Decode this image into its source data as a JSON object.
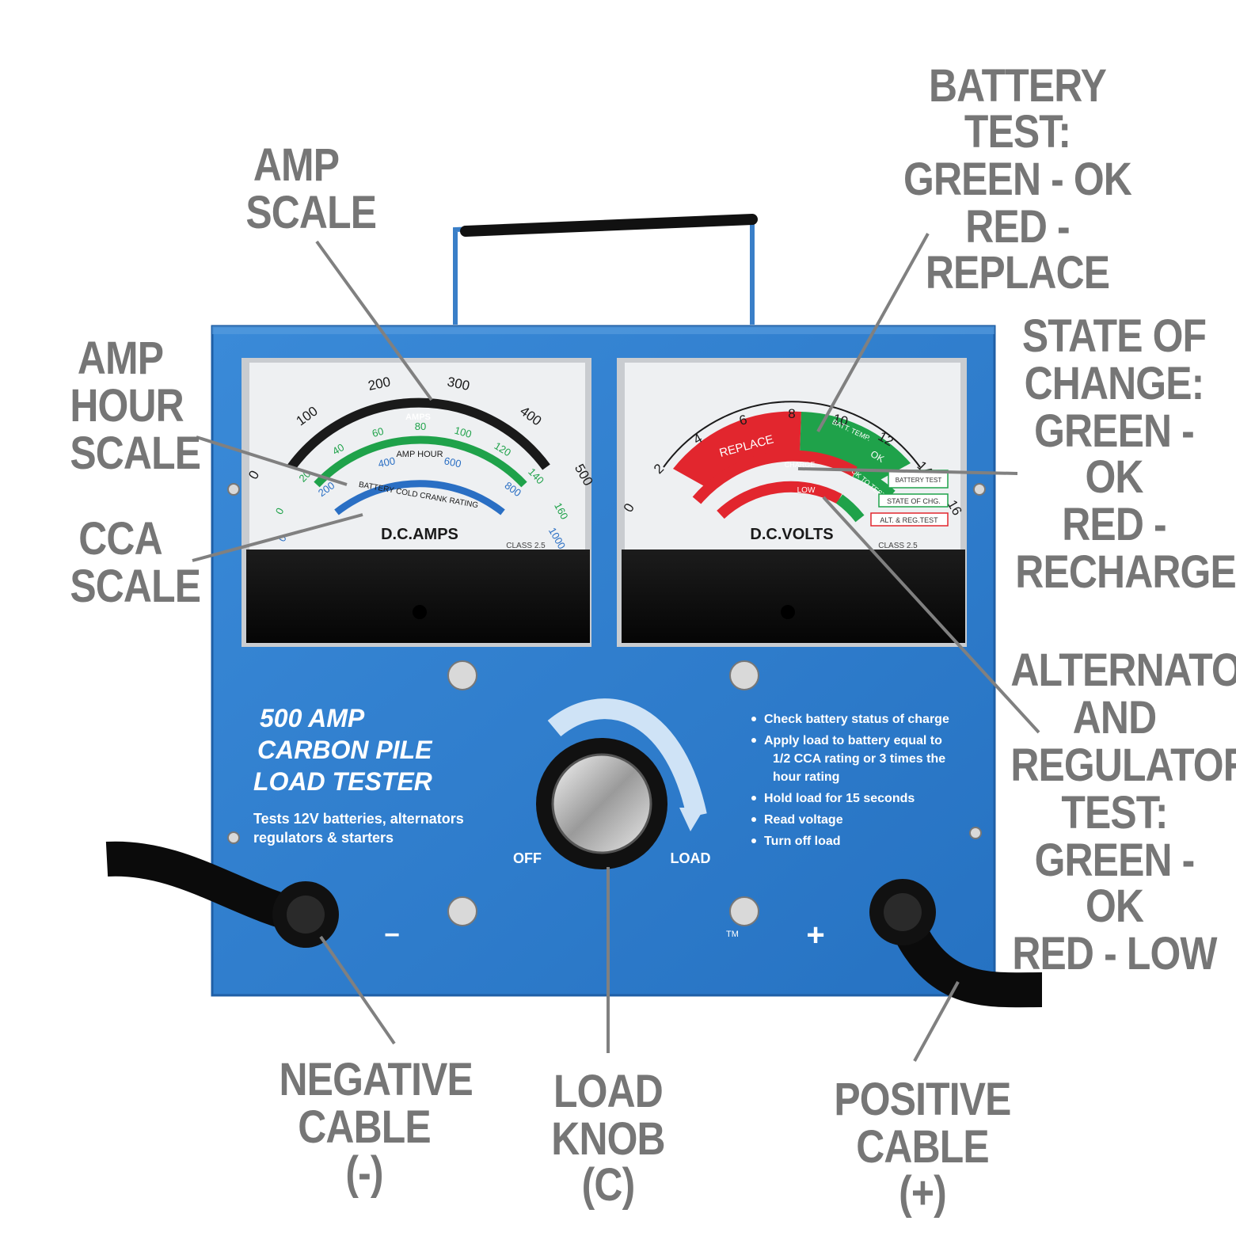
{
  "product": {
    "title_lines": [
      "500 AMP",
      "CARBON PILE",
      "LOAD TESTER"
    ],
    "subtitle_lines": [
      "Tests 12V batteries, alternators",
      "regulators & starters"
    ],
    "instructions": [
      "Check battery status of charge",
      "Apply load to battery equal to",
      "1/2 CCA rating or 3 times the",
      "hour rating",
      "Hold load for 15 seconds",
      "Read voltage",
      "Turn off load"
    ],
    "knob_off": "OFF",
    "knob_load": "LOAD",
    "minus": "−",
    "plus": "+",
    "tm": "TM"
  },
  "amp_meter": {
    "name": "D.C.AMPS",
    "class_label": "CLASS 2.5",
    "amps_label": "AMPS",
    "amp_hour_label": "AMP HOUR",
    "cca_label": "BATTERY COLD CRANK RATING",
    "amp_ticks": [
      "0",
      "100",
      "200",
      "300",
      "400",
      "500"
    ],
    "amp_hour_ticks": [
      "0",
      "20",
      "40",
      "60",
      "80",
      "100",
      "120",
      "140",
      "160"
    ],
    "cca_ticks": [
      "0",
      "200",
      "400",
      "600",
      "800",
      "1000"
    ]
  },
  "volt_meter": {
    "name": "D.C.VOLTS",
    "class_label": "CLASS 2.5",
    "volt_ticks": [
      "0",
      "2",
      "4",
      "6",
      "8",
      "10",
      "12",
      "14",
      "16"
    ],
    "replace_label": "REPLACE",
    "batt_temp_label": "BATT. TEMP.",
    "ok_label": "OK",
    "charge_label": "CHARGE",
    "ok_test_label": "OK TO TEST",
    "low_label": "LOW",
    "legend": [
      "BATTERY TEST",
      "STATE OF CHG.",
      "ALT. & REG.TEST"
    ]
  },
  "callouts": {
    "amp_scale": [
      "AMP",
      "SCALE"
    ],
    "amp_hour_scale": [
      "AMP",
      "HOUR",
      "SCALE"
    ],
    "cca_scale": [
      "CCA",
      "SCALE"
    ],
    "battery_test": [
      "BATTERY TEST:",
      "GREEN - OK",
      "RED - REPLACE"
    ],
    "state_of_change": [
      "STATE OF",
      "CHANGE:",
      "GREEN - OK",
      "RED -",
      "RECHARGE"
    ],
    "alternator": [
      "ALTERNATOR",
      "AND",
      "REGULATOR",
      "TEST:",
      "GREEN - OK",
      "RED - LOW"
    ],
    "negative": [
      "NEGATIVE",
      "CABLE (-)"
    ],
    "load_knob": [
      "LOAD",
      "KNOB (C)"
    ],
    "positive": [
      "POSITIVE",
      "CABLE (+)"
    ]
  },
  "colors": {
    "panel_blue": "#2e7fcf",
    "callout_gray": "#767676",
    "red": "#e2262e",
    "green": "#1fa24a",
    "cca_blue": "#2a6fc4"
  }
}
